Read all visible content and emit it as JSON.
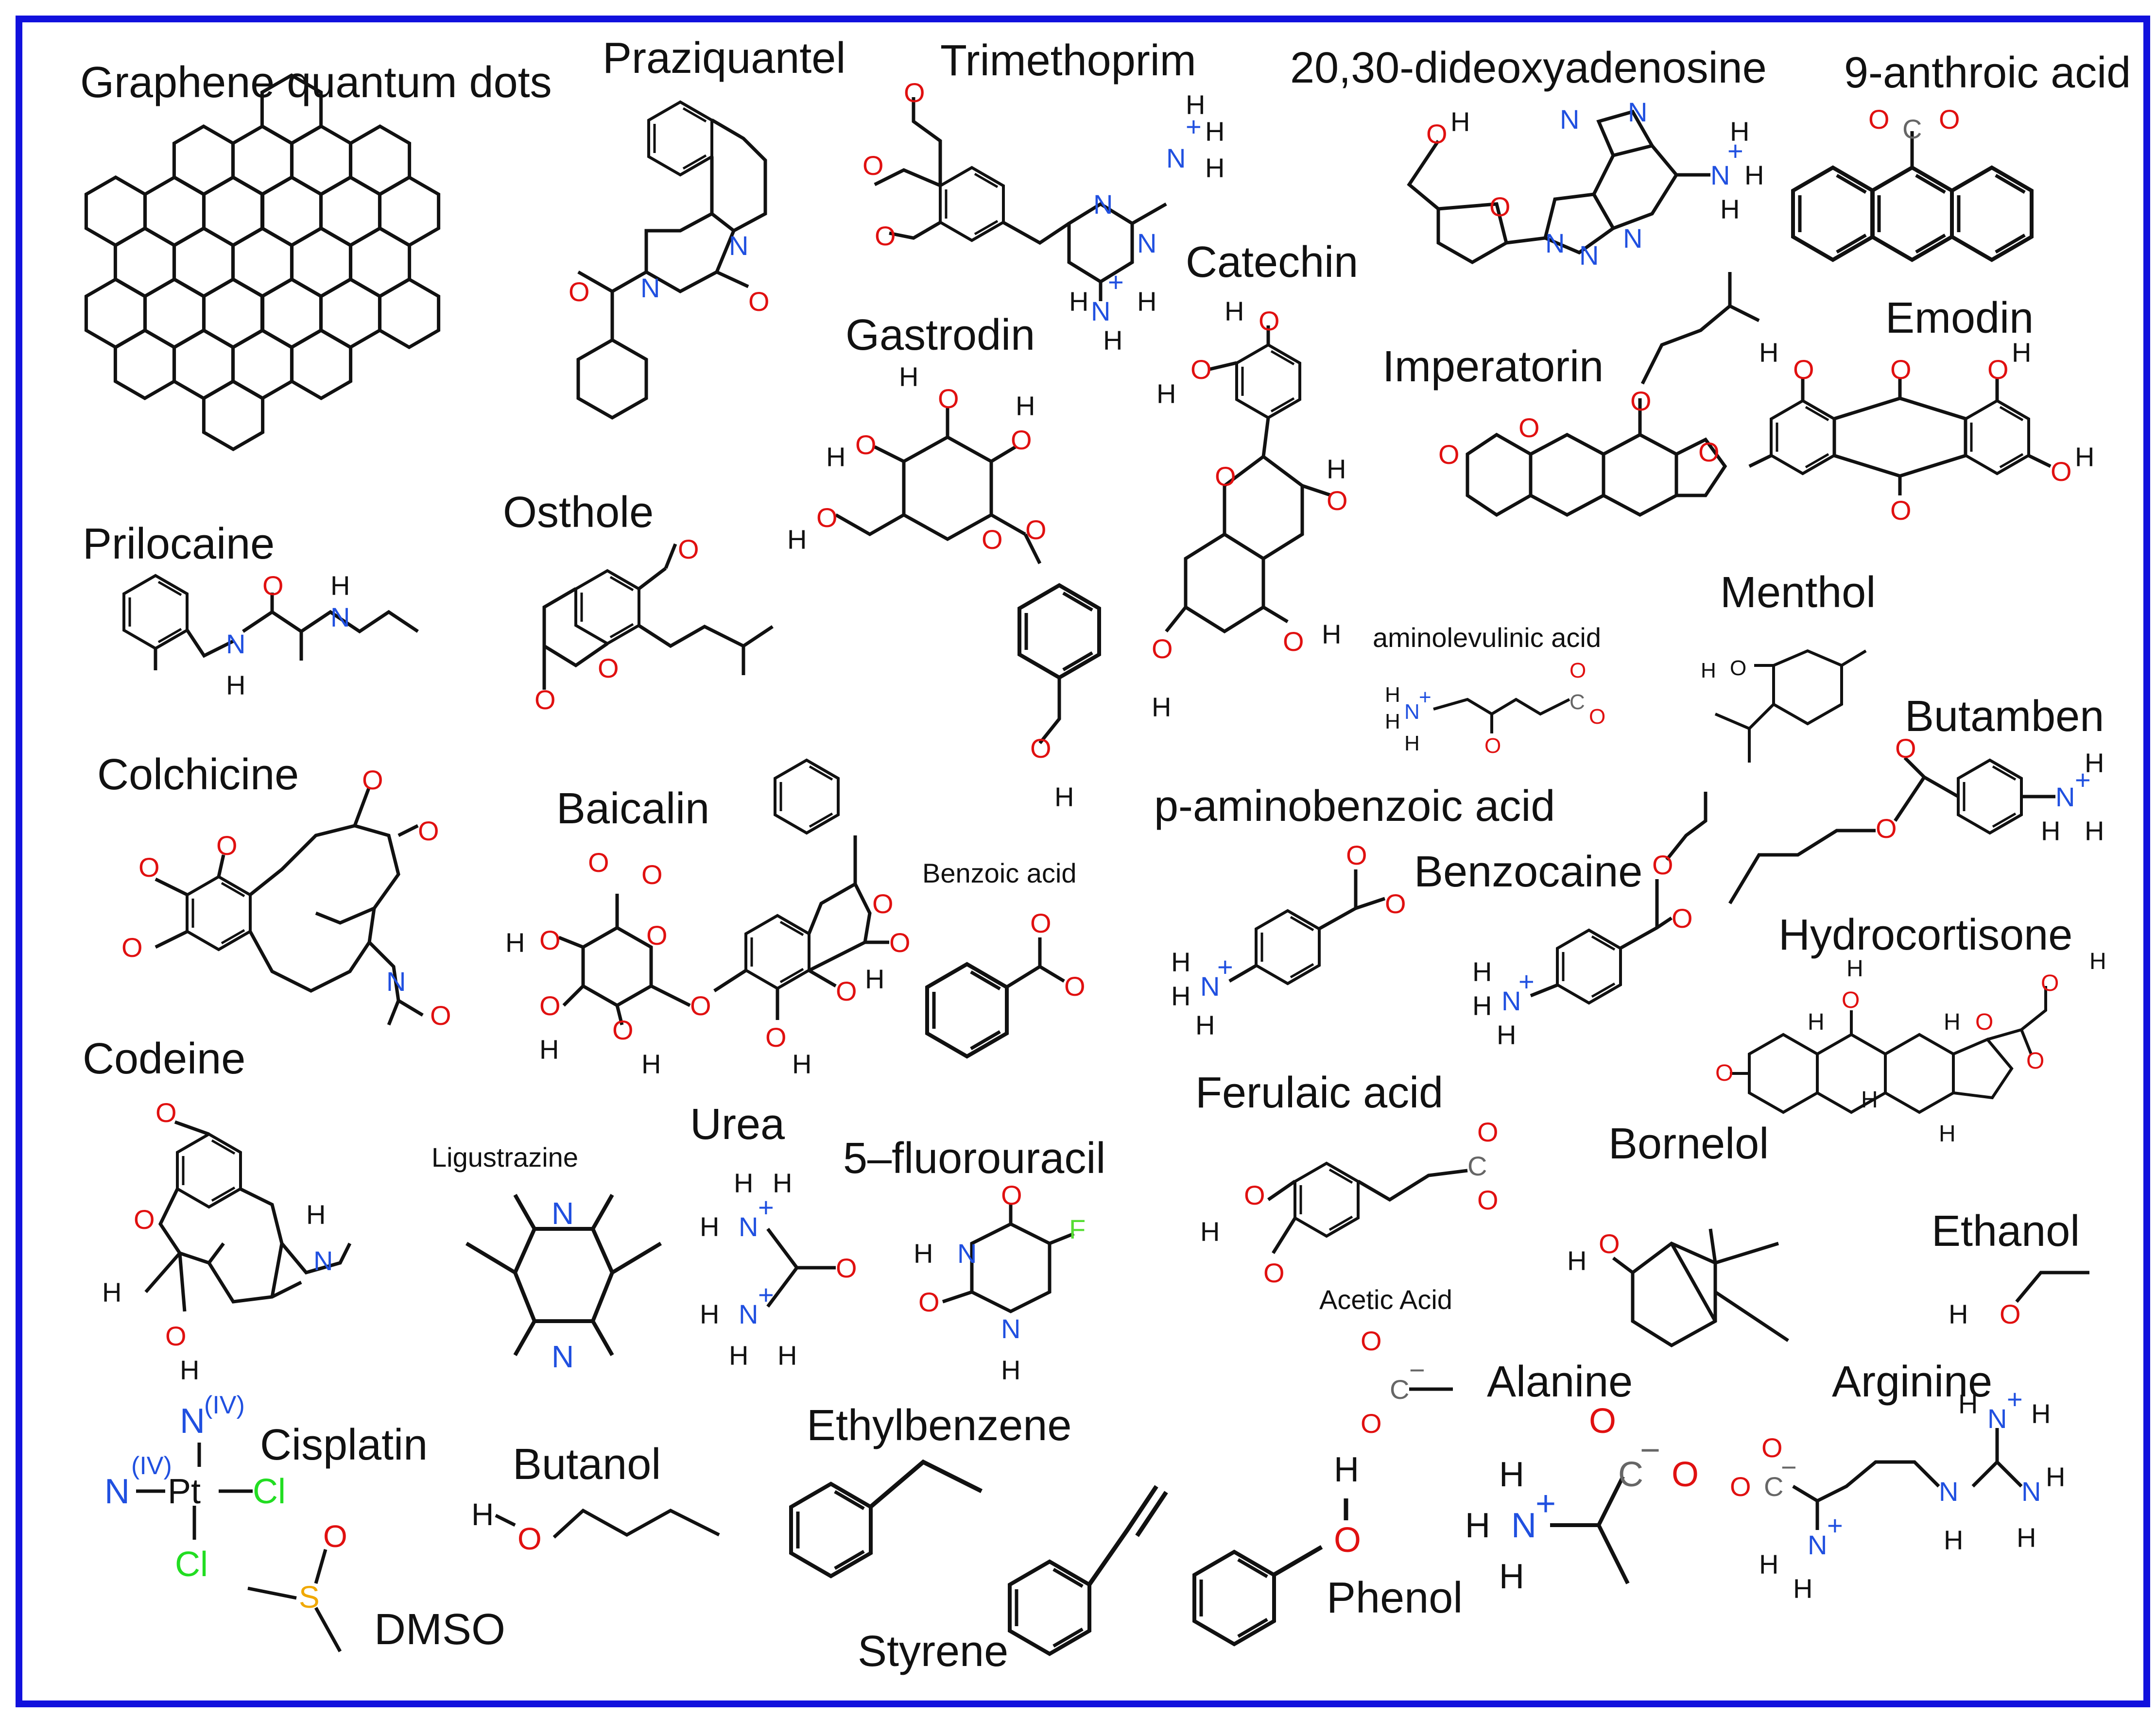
{
  "figure": {
    "frame_color": "#1111dd",
    "atom_colors": {
      "O": "#e01010",
      "N": "#2050e0",
      "F": "#55dd33",
      "Cl": "#22dd22",
      "S": "#f0a800",
      "C": "#666666",
      "bond": "#111111"
    }
  },
  "molecules": [
    {
      "key": "graphene_qd",
      "name": "Graphene quantum dots"
    },
    {
      "key": "praziquantel",
      "name": "Praziquantel"
    },
    {
      "key": "trimethoprim",
      "name": "Trimethoprim"
    },
    {
      "key": "dideoxyadenosine",
      "name": "20,30-dideoxyadenosine"
    },
    {
      "key": "anthroic",
      "name": "9-anthroic acid"
    },
    {
      "key": "catechin",
      "name": "Catechin"
    },
    {
      "key": "gastrodin",
      "name": "Gastrodin"
    },
    {
      "key": "imperatorin",
      "name": "Imperatorin"
    },
    {
      "key": "emodin",
      "name": "Emodin"
    },
    {
      "key": "prilocaine",
      "name": "Prilocaine"
    },
    {
      "key": "osthole",
      "name": "Osthole"
    },
    {
      "key": "menthol",
      "name": "Menthol"
    },
    {
      "key": "aminolevulinic",
      "name": "aminolevulinic acid"
    },
    {
      "key": "butamben",
      "name": "Butamben"
    },
    {
      "key": "colchicine",
      "name": "Colchicine"
    },
    {
      "key": "baicalin",
      "name": "Baicalin"
    },
    {
      "key": "paba",
      "name": "p-aminobenzoic acid"
    },
    {
      "key": "benzocaine",
      "name": "Benzocaine"
    },
    {
      "key": "benzoic",
      "name": "Benzoic acid"
    },
    {
      "key": "hydrocortisone",
      "name": "Hydrocortisone"
    },
    {
      "key": "codeine",
      "name": "Codeine"
    },
    {
      "key": "ligustrazine",
      "name": "Ligustrazine"
    },
    {
      "key": "urea",
      "name": "Urea"
    },
    {
      "key": "fluorouracil",
      "name": "5–fluorouracil"
    },
    {
      "key": "ferulaic",
      "name": "Ferulaic acid"
    },
    {
      "key": "bornelol",
      "name": "Bornelol"
    },
    {
      "key": "ethanol",
      "name": "Ethanol"
    },
    {
      "key": "acetic",
      "name": "Acetic Acid"
    },
    {
      "key": "cisplatin",
      "name": "Cisplatin"
    },
    {
      "key": "dmso",
      "name": "DMSO"
    },
    {
      "key": "butanol",
      "name": "Butanol"
    },
    {
      "key": "ethylbenzene",
      "name": "Ethylbenzene"
    },
    {
      "key": "alanine",
      "name": "Alanine"
    },
    {
      "key": "arginine",
      "name": "Arginine"
    },
    {
      "key": "phenol",
      "name": "Phenol"
    },
    {
      "key": "styrene",
      "name": "Styrene"
    }
  ],
  "atom_labels": {
    "O": "O",
    "N": "N",
    "H": "H",
    "F": "F",
    "Cl": "Cl",
    "S": "S",
    "C": "C",
    "Pt": "Pt",
    "plus": "+",
    "minus": "−",
    "pt_charge": "(IV)"
  }
}
